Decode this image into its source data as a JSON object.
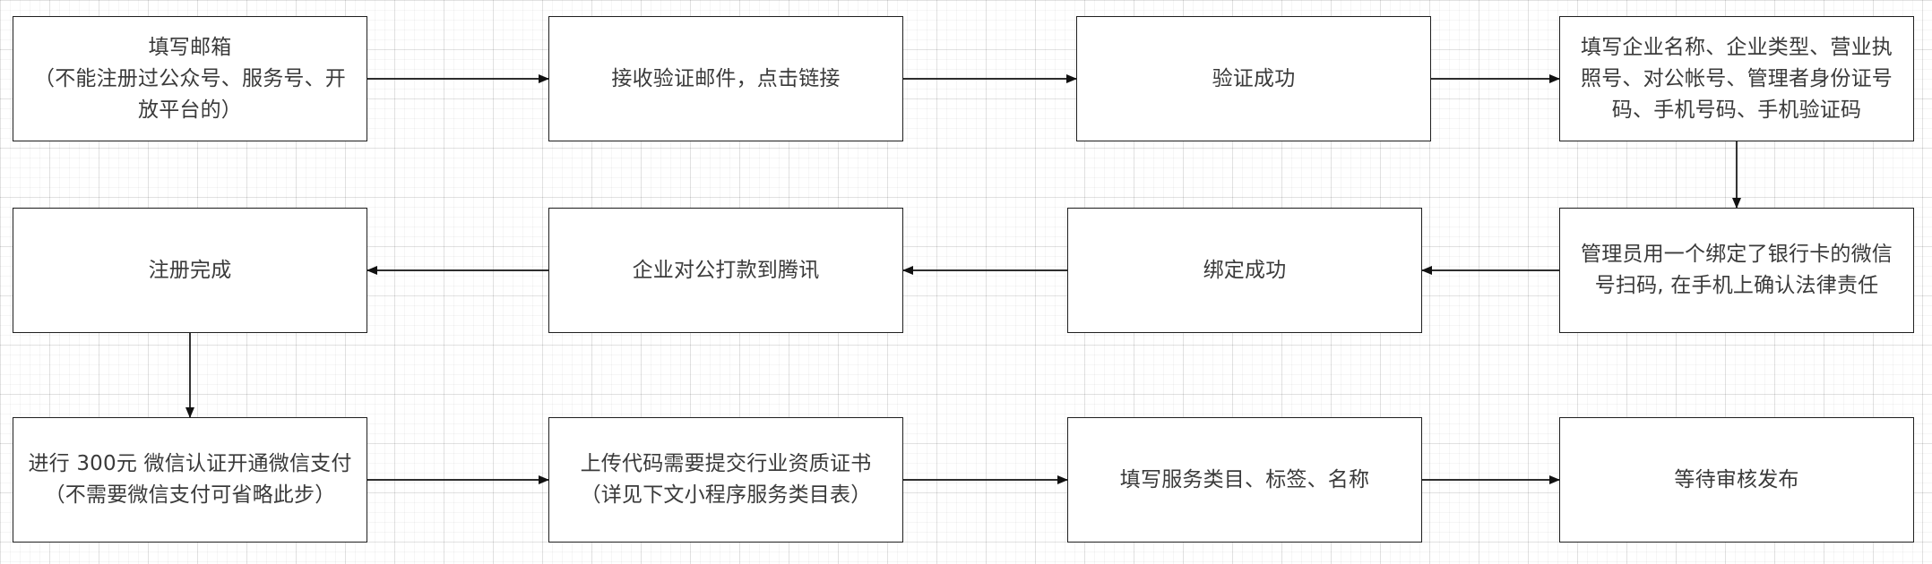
{
  "diagram": {
    "nodes": [
      {
        "id": "n1",
        "label": "填写邮箱\n（不能注册过公众号、服务号、开放平台的）"
      },
      {
        "id": "n2",
        "label": "接收验证邮件，点击链接"
      },
      {
        "id": "n3",
        "label": "验证成功"
      },
      {
        "id": "n4",
        "label": "填写企业名称、企业类型、营业执照号、对公帐号、管理者身份证号码、手机号码、手机验证码"
      },
      {
        "id": "n5",
        "label": "管理员用一个绑定了银行卡的微信号扫码, 在手机上确认法律责任"
      },
      {
        "id": "n6",
        "label": "绑定成功"
      },
      {
        "id": "n7",
        "label": "企业对公打款到腾讯"
      },
      {
        "id": "n8",
        "label": "注册完成"
      },
      {
        "id": "n9",
        "label": "进行 300元 微信认证开通微信支付（不需要微信支付可省略此步）"
      },
      {
        "id": "n10",
        "label": "上传代码需要提交行业资质证书\n（详见下文小程序服务类目表）"
      },
      {
        "id": "n11",
        "label": "填写服务类目、标签、名称"
      },
      {
        "id": "n12",
        "label": "等待审核发布"
      }
    ],
    "edges": [
      {
        "from": "n1",
        "to": "n2"
      },
      {
        "from": "n2",
        "to": "n3"
      },
      {
        "from": "n3",
        "to": "n4"
      },
      {
        "from": "n4",
        "to": "n5"
      },
      {
        "from": "n5",
        "to": "n6"
      },
      {
        "from": "n6",
        "to": "n7"
      },
      {
        "from": "n7",
        "to": "n8"
      },
      {
        "from": "n8",
        "to": "n9"
      },
      {
        "from": "n9",
        "to": "n10"
      },
      {
        "from": "n10",
        "to": "n11"
      },
      {
        "from": "n11",
        "to": "n12"
      }
    ]
  }
}
